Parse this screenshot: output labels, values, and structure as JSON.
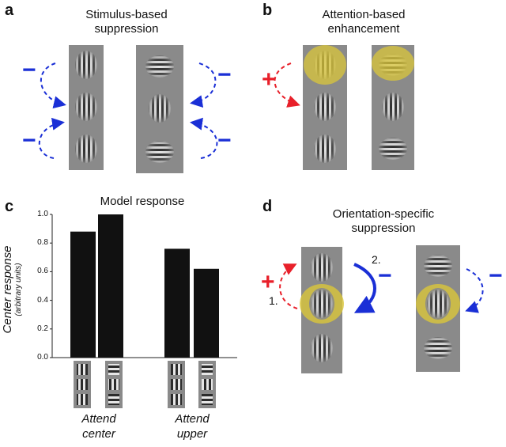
{
  "panels": {
    "a": {
      "letter": "a",
      "title_line1": "Stimulus-based",
      "title_line2": "suppression"
    },
    "b": {
      "letter": "b",
      "title_line1": "Attention-based",
      "title_line2": "enhancement"
    },
    "c": {
      "letter": "c",
      "title": "Model response"
    },
    "d": {
      "letter": "d",
      "title_line1": "Orientation-specific",
      "title_line2": "suppression"
    }
  },
  "signs": {
    "minus": "−",
    "plus": "+"
  },
  "steps": {
    "one": "1.",
    "two": "2."
  },
  "colors": {
    "suppression": "#1a2fd6",
    "enhancement": "#e8202a",
    "attention_spot": "#d9c53a",
    "bar": "#111111",
    "stimulus_bg": "#8a8a8a"
  },
  "chart_data": {
    "type": "bar",
    "title": "Model response",
    "ylabel": "Center response",
    "ylabel_sub": "(arbitrary units)",
    "ylim": [
      0,
      1.0
    ],
    "yticks": [
      "0.0",
      "0.2",
      "0.4",
      "0.6",
      "0.8",
      "1.0"
    ],
    "groups": [
      {
        "label_line1": "Attend",
        "label_line2": "center",
        "values": [
          0.88,
          1.0
        ]
      },
      {
        "label_line1": "Attend",
        "label_line2": "upper",
        "values": [
          0.76,
          0.62
        ]
      }
    ]
  }
}
